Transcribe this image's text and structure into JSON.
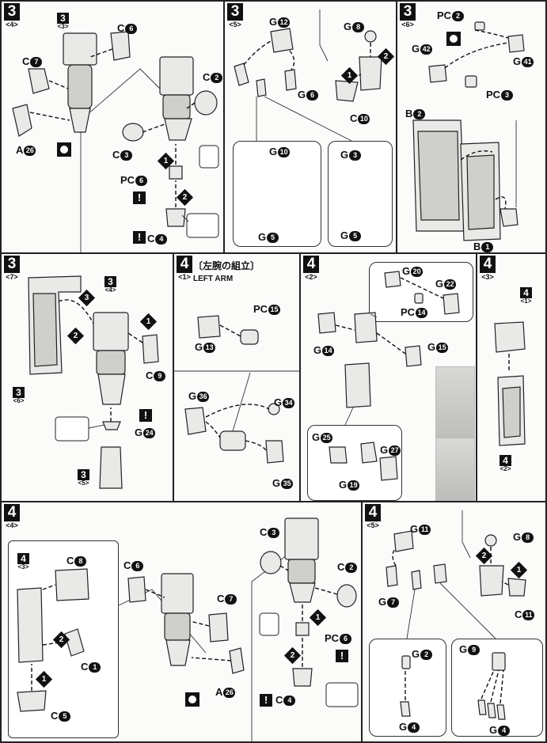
{
  "panels": [
    {
      "id": "3-4",
      "step": "3",
      "sub": "<4>",
      "labels": {
        "c6": "C",
        "c6n": "6",
        "c7": "C",
        "c7n": "7",
        "a26": "A",
        "a26n": "26",
        "c2": "C",
        "c2n": "2",
        "c3": "C",
        "c3n": "3",
        "pc6": "PC",
        "pc6n": "6",
        "c4": "C",
        "c4n": "4"
      },
      "ref": {
        "big": "3",
        "small": "<3>"
      },
      "seq": [
        "1",
        "2"
      ],
      "warn": "!"
    },
    {
      "id": "3-5",
      "step": "3",
      "sub": "<5>",
      "labels": {
        "g12": "G",
        "g12n": "12",
        "g8": "G",
        "g8n": "8",
        "g6": "G",
        "g6n": "6",
        "c10": "C",
        "c10n": "10",
        "g10": "G",
        "g10n": "10",
        "g5a": "G",
        "g5an": "5",
        "g3": "G",
        "g3n": "3",
        "g5b": "G",
        "g5bn": "5"
      },
      "seq": [
        "1",
        "2"
      ]
    },
    {
      "id": "3-6",
      "step": "3",
      "sub": "<6>",
      "labels": {
        "pc2": "PC",
        "pc2n": "2",
        "g42": "G",
        "g42n": "42",
        "g41": "G",
        "g41n": "41",
        "pc3": "PC",
        "pc3n": "3",
        "b2": "B",
        "b2n": "2",
        "b1": "B",
        "b1n": "1"
      }
    },
    {
      "id": "3-7",
      "step": "3",
      "sub": "<7>",
      "labels": {
        "c9": "C",
        "c9n": "9",
        "g24": "G",
        "g24n": "24"
      },
      "refs": [
        {
          "big": "3",
          "small": "<4>"
        },
        {
          "big": "3",
          "small": "<6>"
        },
        {
          "big": "3",
          "small": "<5>"
        }
      ],
      "seq": [
        "1",
        "2",
        "3"
      ],
      "warn": "!"
    },
    {
      "id": "4-1",
      "step": "4",
      "sub": "<1>",
      "title_jp": "〔左腕の組立〕",
      "title_en": "LEFT ARM",
      "labels": {
        "pc15": "PC",
        "pc15n": "15",
        "g13": "G",
        "g13n": "13",
        "g36": "G",
        "g36n": "36",
        "g34": "G",
        "g34n": "34",
        "g35": "G",
        "g35n": "35"
      }
    },
    {
      "id": "4-2",
      "step": "4",
      "sub": "<2>",
      "labels": {
        "g20": "G",
        "g20n": "20",
        "g22": "G",
        "g22n": "22",
        "pc14": "PC",
        "pc14n": "14",
        "g14": "G",
        "g14n": "14",
        "g15": "G",
        "g15n": "15",
        "g25": "G",
        "g25n": "25",
        "g27": "G",
        "g27n": "27",
        "g19": "G",
        "g19n": "19"
      }
    },
    {
      "id": "4-3",
      "step": "4",
      "sub": "<3>",
      "refs": [
        {
          "big": "4",
          "small": "<1>"
        },
        {
          "big": "4",
          "small": "<2>"
        }
      ]
    },
    {
      "id": "4-4",
      "step": "4",
      "sub": "<4>",
      "labels": {
        "c8": "C",
        "c8n": "8",
        "c6": "C",
        "c6n": "6",
        "c7": "C",
        "c7n": "7",
        "c1": "C",
        "c1n": "1",
        "c5": "C",
        "c5n": "5",
        "a26": "A",
        "a26n": "26",
        "c3": "C",
        "c3n": "3",
        "c2": "C",
        "c2n": "2",
        "pc6": "PC",
        "pc6n": "6",
        "c4": "C",
        "c4n": "4"
      },
      "ref": {
        "big": "4",
        "small": "<3>"
      },
      "seq": [
        "1",
        "2"
      ],
      "warn": "!"
    },
    {
      "id": "4-5",
      "step": "4",
      "sub": "<5>",
      "labels": {
        "g11": "G",
        "g11n": "11",
        "g8": "G",
        "g8n": "8",
        "g7": "G",
        "g7n": "7",
        "c11": "C",
        "c11n": "11",
        "g2": "G",
        "g2n": "2",
        "g4a": "G",
        "g4an": "4",
        "g9": "G",
        "g9n": "9",
        "g4b": "G",
        "g4bn": "4"
      },
      "seq": [
        "1",
        "2"
      ]
    }
  ]
}
